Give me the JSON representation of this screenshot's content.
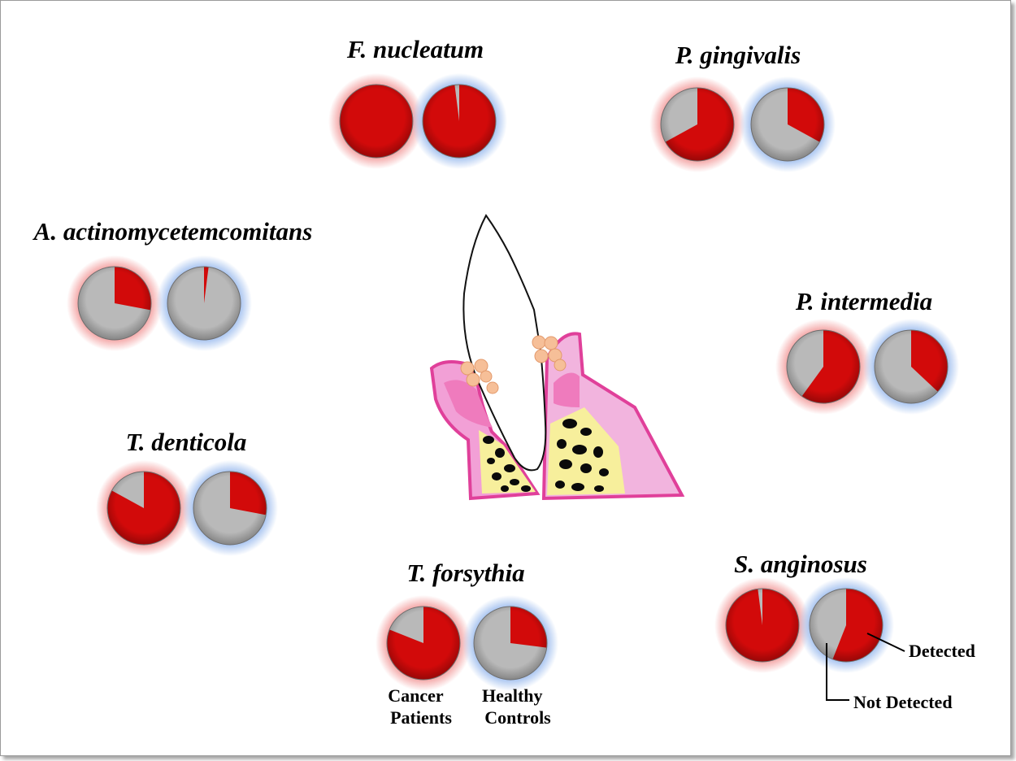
{
  "chart_data": {
    "type": "pie",
    "group_labels": [
      "Cancer\nPatients",
      "Healthy\nControls"
    ],
    "legend": {
      "detected": "Detected",
      "not_detected": "Not Detected"
    },
    "colors": {
      "detected": "#d20a0a",
      "not_detected": "#b9b9b9",
      "cancer_glow": "#f4a7a7",
      "control_glow": "#a8c4f0"
    },
    "species": [
      {
        "name": "F. nucleatum",
        "cancer_detected_pct": 100,
        "control_detected_pct": 98
      },
      {
        "name": "P. gingivalis",
        "cancer_detected_pct": 67,
        "control_detected_pct": 33
      },
      {
        "name": "A. actinomycetemcomitans",
        "cancer_detected_pct": 28,
        "control_detected_pct": 2
      },
      {
        "name": "P. intermedia",
        "cancer_detected_pct": 60,
        "control_detected_pct": 37
      },
      {
        "name": "T. denticola",
        "cancer_detected_pct": 83,
        "control_detected_pct": 28
      },
      {
        "name": "T. forsythia",
        "cancer_detected_pct": 81,
        "control_detected_pct": 27
      },
      {
        "name": "S. anginosus",
        "cancer_detected_pct": 98,
        "control_detected_pct": 56
      }
    ]
  }
}
